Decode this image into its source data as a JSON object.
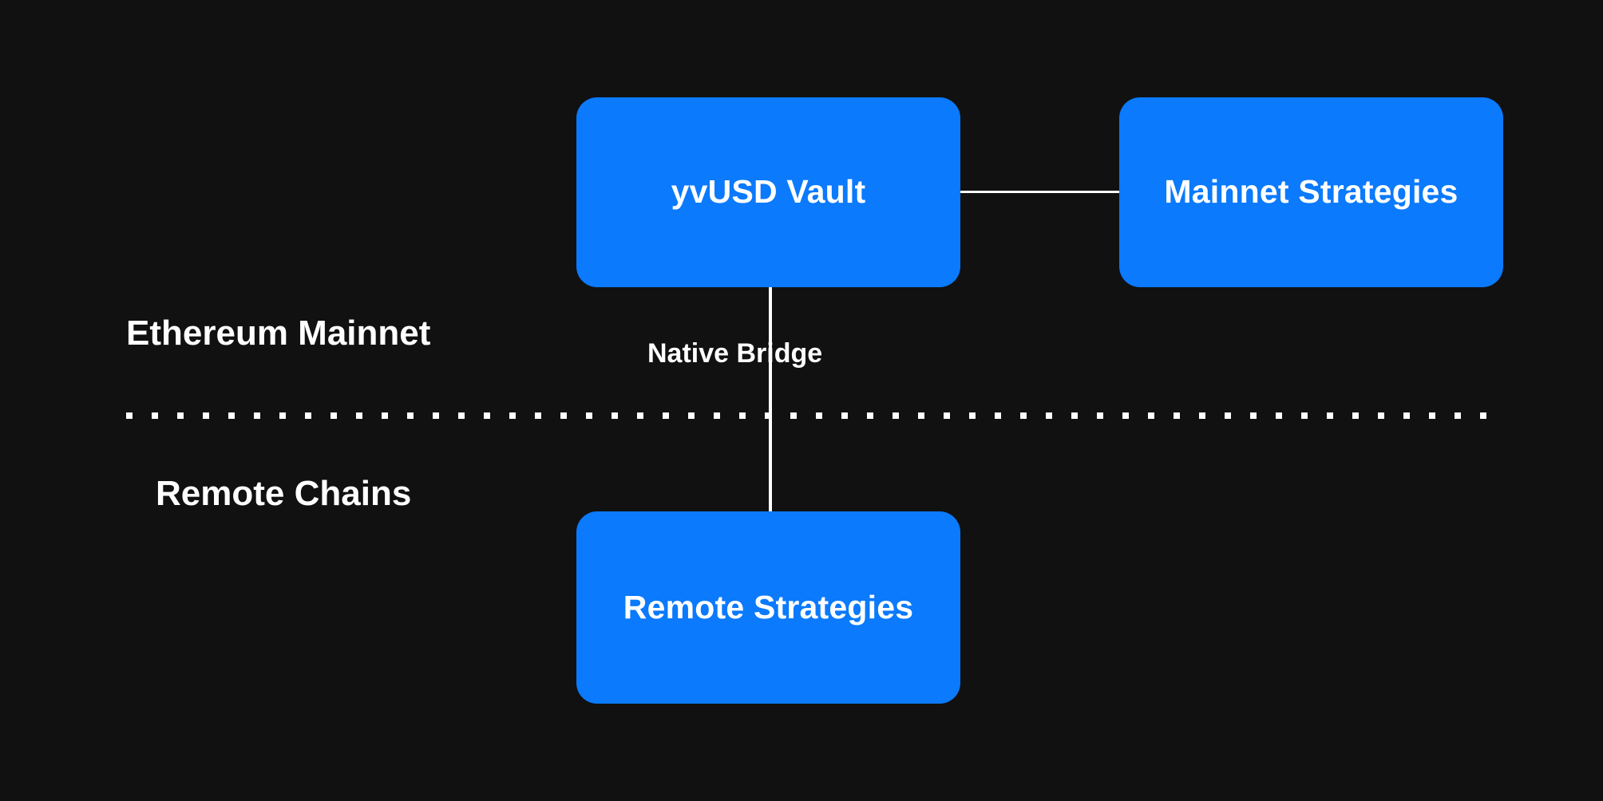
{
  "diagram": {
    "background_color": "#111111",
    "node_color": "#0b7afc",
    "edge_color": "#ffffff",
    "text_color": "#ffffff",
    "zones": [
      {
        "id": "ethereum-mainnet",
        "label": "Ethereum Mainnet"
      },
      {
        "id": "remote-chains",
        "label": "Remote Chains"
      }
    ],
    "divider": {
      "style": "dashed",
      "color": "#ffffff"
    },
    "nodes": [
      {
        "id": "yvusd-vault",
        "label": "yvUSD Vault",
        "zone": "ethereum-mainnet"
      },
      {
        "id": "mainnet-strategies",
        "label": "Mainnet Strategies",
        "zone": "ethereum-mainnet"
      },
      {
        "id": "remote-strategies",
        "label": "Remote Strategies",
        "zone": "remote-chains"
      }
    ],
    "edges": [
      {
        "id": "vault-to-mainnet-strategies",
        "from": "yvusd-vault",
        "to": "mainnet-strategies",
        "label": ""
      },
      {
        "id": "vault-to-remote-strategies",
        "from": "yvusd-vault",
        "to": "remote-strategies",
        "label": "Native Bridge"
      }
    ]
  }
}
